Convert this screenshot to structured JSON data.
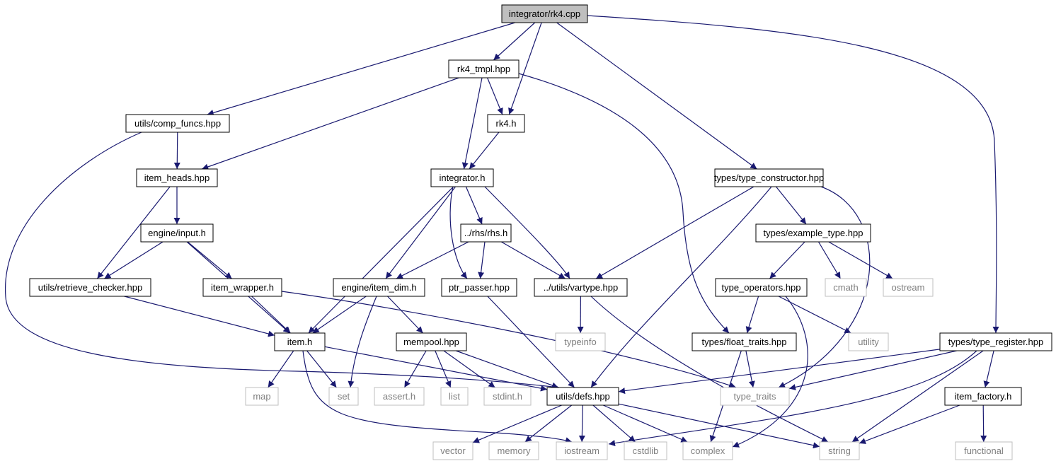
{
  "graph": {
    "colors": {
      "edge": "#191970",
      "node_border": "#000000",
      "system_border": "#bfbfbf",
      "root_fill": "#bfbfbf",
      "node_fill": "#ffffff",
      "system_text": "#7f7f7f",
      "text": "#000000"
    },
    "nodes": [
      {
        "id": "rk4cpp",
        "label": "integrator/rk4.cpp",
        "kind": "root"
      },
      {
        "id": "rk4tmpl",
        "label": "rk4_tmpl.hpp",
        "kind": "local"
      },
      {
        "id": "compfuncs",
        "label": "utils/comp_funcs.hpp",
        "kind": "local"
      },
      {
        "id": "rk4h",
        "label": "rk4.h",
        "kind": "local"
      },
      {
        "id": "itemheads",
        "label": "item_heads.hpp",
        "kind": "local"
      },
      {
        "id": "integratorh",
        "label": "integrator.h",
        "kind": "local"
      },
      {
        "id": "typector",
        "label": "types/type_constructor.hpp",
        "kind": "local"
      },
      {
        "id": "engineinput",
        "label": "engine/input.h",
        "kind": "local"
      },
      {
        "id": "rhs",
        "label": "../rhs/rhs.h",
        "kind": "local"
      },
      {
        "id": "exampletype",
        "label": "types/example_type.hpp",
        "kind": "local"
      },
      {
        "id": "retrieve",
        "label": "utils/retrieve_checker.hpp",
        "kind": "local"
      },
      {
        "id": "itemwrapper",
        "label": "item_wrapper.h",
        "kind": "local"
      },
      {
        "id": "itemdim",
        "label": "engine/item_dim.h",
        "kind": "local"
      },
      {
        "id": "ptrpasser",
        "label": "ptr_passer.hpp",
        "kind": "local"
      },
      {
        "id": "vartype",
        "label": "../utils/vartype.hpp",
        "kind": "local"
      },
      {
        "id": "typeops",
        "label": "type_operators.hpp",
        "kind": "local"
      },
      {
        "id": "cmath",
        "label": "cmath",
        "kind": "system"
      },
      {
        "id": "ostream",
        "label": "ostream",
        "kind": "system"
      },
      {
        "id": "itemh",
        "label": "item.h",
        "kind": "local"
      },
      {
        "id": "mempool",
        "label": "mempool.hpp",
        "kind": "local"
      },
      {
        "id": "typeinfo",
        "label": "typeinfo",
        "kind": "system"
      },
      {
        "id": "floattraits",
        "label": "types/float_traits.hpp",
        "kind": "local"
      },
      {
        "id": "utility",
        "label": "utility",
        "kind": "system"
      },
      {
        "id": "typereg",
        "label": "types/type_register.hpp",
        "kind": "local"
      },
      {
        "id": "map",
        "label": "map",
        "kind": "system"
      },
      {
        "id": "set",
        "label": "set",
        "kind": "system"
      },
      {
        "id": "asserth",
        "label": "assert.h",
        "kind": "system"
      },
      {
        "id": "list",
        "label": "list",
        "kind": "system"
      },
      {
        "id": "stdint",
        "label": "stdint.h",
        "kind": "system"
      },
      {
        "id": "defs",
        "label": "utils/defs.hpp",
        "kind": "local"
      },
      {
        "id": "typetraits",
        "label": "type_traits",
        "kind": "system"
      },
      {
        "id": "itemfactory",
        "label": "item_factory.h",
        "kind": "local"
      },
      {
        "id": "vector",
        "label": "vector",
        "kind": "system"
      },
      {
        "id": "memory",
        "label": "memory",
        "kind": "system"
      },
      {
        "id": "iostream",
        "label": "iostream",
        "kind": "system"
      },
      {
        "id": "cstdlib",
        "label": "cstdlib",
        "kind": "system"
      },
      {
        "id": "complex",
        "label": "complex",
        "kind": "system"
      },
      {
        "id": "string",
        "label": "string",
        "kind": "system"
      },
      {
        "id": "functional",
        "label": "functional",
        "kind": "system"
      }
    ],
    "edges": [
      [
        "rk4cpp",
        "rk4tmpl"
      ],
      [
        "rk4cpp",
        "compfuncs"
      ],
      [
        "rk4cpp",
        "rk4h"
      ],
      [
        "rk4cpp",
        "typector"
      ],
      [
        "rk4cpp",
        "typereg"
      ],
      [
        "rk4tmpl",
        "rk4h"
      ],
      [
        "rk4tmpl",
        "itemheads"
      ],
      [
        "rk4tmpl",
        "integratorh"
      ],
      [
        "rk4tmpl",
        "floattraits"
      ],
      [
        "compfuncs",
        "itemheads"
      ],
      [
        "compfuncs",
        "defs"
      ],
      [
        "rk4h",
        "integratorh"
      ],
      [
        "itemheads",
        "engineinput"
      ],
      [
        "itemheads",
        "retrieve"
      ],
      [
        "integratorh",
        "rhs"
      ],
      [
        "integratorh",
        "itemdim"
      ],
      [
        "integratorh",
        "ptrpasser"
      ],
      [
        "integratorh",
        "vartype"
      ],
      [
        "integratorh",
        "itemh"
      ],
      [
        "typector",
        "exampletype"
      ],
      [
        "typector",
        "vartype"
      ],
      [
        "typector",
        "defs"
      ],
      [
        "typector",
        "typetraits"
      ],
      [
        "engineinput",
        "retrieve"
      ],
      [
        "engineinput",
        "itemwrapper"
      ],
      [
        "engineinput",
        "itemh"
      ],
      [
        "rhs",
        "itemdim"
      ],
      [
        "rhs",
        "ptrpasser"
      ],
      [
        "rhs",
        "vartype"
      ],
      [
        "exampletype",
        "typeops"
      ],
      [
        "exampletype",
        "cmath"
      ],
      [
        "exampletype",
        "ostream"
      ],
      [
        "retrieve",
        "itemh"
      ],
      [
        "itemwrapper",
        "itemh"
      ],
      [
        "itemwrapper",
        "typetraits"
      ],
      [
        "itemdim",
        "itemh"
      ],
      [
        "itemdim",
        "mempool"
      ],
      [
        "itemdim",
        "set"
      ],
      [
        "ptrpasser",
        "defs"
      ],
      [
        "vartype",
        "typeinfo"
      ],
      [
        "vartype",
        "string"
      ],
      [
        "typeops",
        "floattraits"
      ],
      [
        "typeops",
        "utility"
      ],
      [
        "typeops",
        "complex"
      ],
      [
        "itemh",
        "map"
      ],
      [
        "itemh",
        "set"
      ],
      [
        "itemh",
        "defs"
      ],
      [
        "itemh",
        "iostream"
      ],
      [
        "mempool",
        "asserth"
      ],
      [
        "mempool",
        "list"
      ],
      [
        "mempool",
        "stdint"
      ],
      [
        "mempool",
        "defs"
      ],
      [
        "floattraits",
        "typetraits"
      ],
      [
        "floattraits",
        "complex"
      ],
      [
        "typereg",
        "defs"
      ],
      [
        "typereg",
        "typetraits"
      ],
      [
        "typereg",
        "itemfactory"
      ],
      [
        "typereg",
        "iostream"
      ],
      [
        "typereg",
        "string"
      ],
      [
        "defs",
        "vector"
      ],
      [
        "defs",
        "memory"
      ],
      [
        "defs",
        "iostream"
      ],
      [
        "defs",
        "cstdlib"
      ],
      [
        "defs",
        "complex"
      ],
      [
        "defs",
        "string"
      ],
      [
        "itemfactory",
        "functional"
      ],
      [
        "itemfactory",
        "string"
      ]
    ]
  }
}
